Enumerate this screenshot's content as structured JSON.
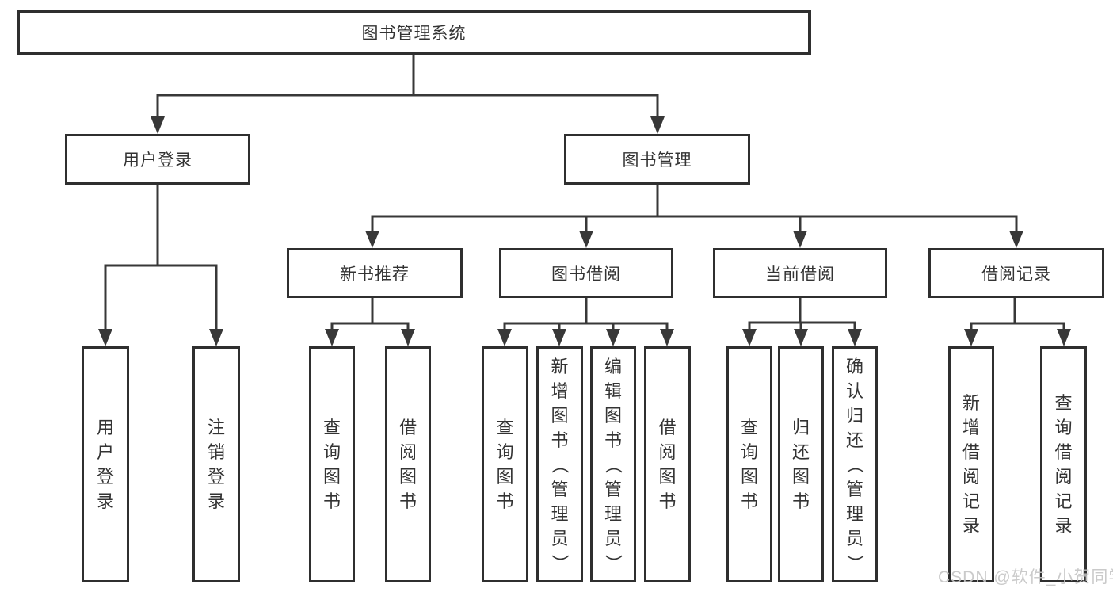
{
  "diagram_title": "图书管理系统",
  "nodes": {
    "root": {
      "label": "图书管理系统"
    },
    "userLogin": {
      "label": "用户登录"
    },
    "bookMgmt": {
      "label": "图书管理"
    },
    "newBookRec": {
      "label": "新书推荐"
    },
    "bookBorrow": {
      "label": "图书借阅"
    },
    "currentBorrow": {
      "label": "当前借阅"
    },
    "borrowRecords": {
      "label": "借阅记录"
    },
    "leafUserLogin": {
      "label": "用户登录"
    },
    "leafLogout": {
      "label": "注销登录"
    },
    "leafQueryBooks1": {
      "label": "查询图书"
    },
    "leafBorrowBooks1": {
      "label": "借阅图书"
    },
    "leafQueryBooks2": {
      "label": "查询图书"
    },
    "leafAddBooks": {
      "label": "新增图书（管理员）"
    },
    "leafEditBooks": {
      "label": "编辑图书（管理员）"
    },
    "leafBorrowBooks2": {
      "label": "借阅图书"
    },
    "leafQueryBooks3": {
      "label": "查询图书"
    },
    "leafReturnBooks": {
      "label": "归还图书"
    },
    "leafConfirmReturn": {
      "label": "确认归还（管理员）"
    },
    "leafAddRecord": {
      "label": "新增借阅记录"
    },
    "leafQueryRecord": {
      "label": "查询借阅记录"
    }
  },
  "hierarchy": {
    "root": [
      "userLogin",
      "bookMgmt"
    ],
    "userLogin": [
      "leafUserLogin",
      "leafLogout"
    ],
    "bookMgmt": [
      "newBookRec",
      "bookBorrow",
      "currentBorrow",
      "borrowRecords"
    ],
    "newBookRec": [
      "leafQueryBooks1",
      "leafBorrowBooks1"
    ],
    "bookBorrow": [
      "leafQueryBooks2",
      "leafAddBooks",
      "leafEditBooks",
      "leafBorrowBooks2"
    ],
    "currentBorrow": [
      "leafQueryBooks3",
      "leafReturnBooks",
      "leafConfirmReturn"
    ],
    "borrowRecords": [
      "leafAddRecord",
      "leafQueryRecord"
    ]
  },
  "watermark": "CSDN @软件_小贺同学",
  "colors": {
    "line": "#383838",
    "border": "#2f2f2f",
    "text": "#333333",
    "watermark": "#c6c6c6"
  }
}
